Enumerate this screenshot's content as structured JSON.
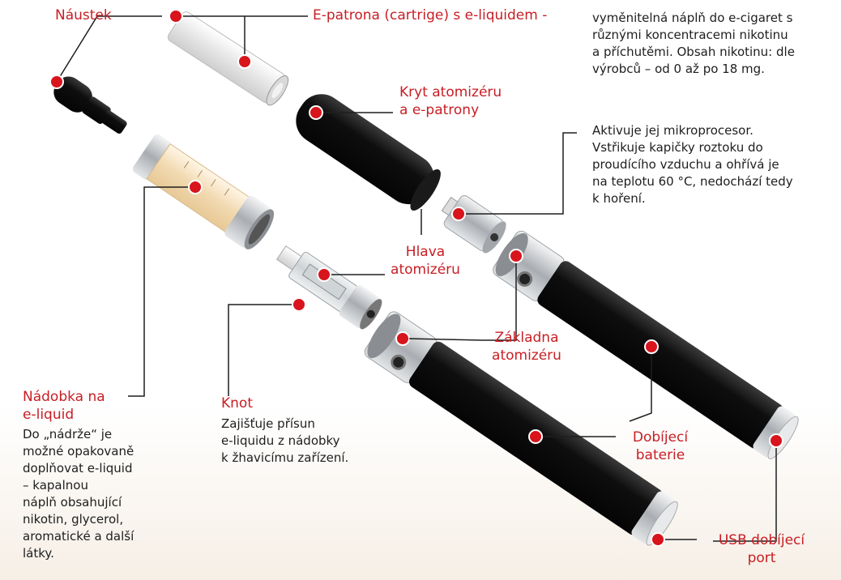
{
  "colors": {
    "accent": "#c81e24",
    "text": "#1e1e1e",
    "body": "#141414",
    "metal": "#c9ccd0"
  },
  "labels": {
    "naustek": "Náustek",
    "cartridge": "E-patrona (cartrige) s e-liquidem  -",
    "cartridge_desc": "vyměnitelná náplň do e-cigaret s\nrůznými koncentracemi nikotinu\na příchutěmi. Obsah nikotinu: dle\nvýrobců – od 0 až po 18 mg.",
    "kryt": "Kryt atomizéru\na e-patrony",
    "mikro_desc": "Aktivuje jej mikroprocesor.\nVstřikuje kapičky roztoku do\nproudícího vzduchu a ohřívá je\nna teplotu 60 °C, nedochází tedy\nk hoření.",
    "hlava": "Hlava\natomizéru",
    "zakladna": "Základna\natomizéru",
    "dobijeci": "Dobíjecí\nbaterie",
    "usb": "USB dobíjecí\nport",
    "nadobka": "Nádobka na\ne-liquid",
    "nadobka_desc": "Do „nádrže“ je\nmožné opakovaně\ndoplňovat e-liquid\n– kapalnou\nnáplň obsahující\nnikotin, glycerol,\naromatické a další\nlátky.",
    "knot": "Knot",
    "knot_desc": "Zajišťuje přísun\ne-liquidu z nádobky\nk žhavicímu zařízení."
  }
}
